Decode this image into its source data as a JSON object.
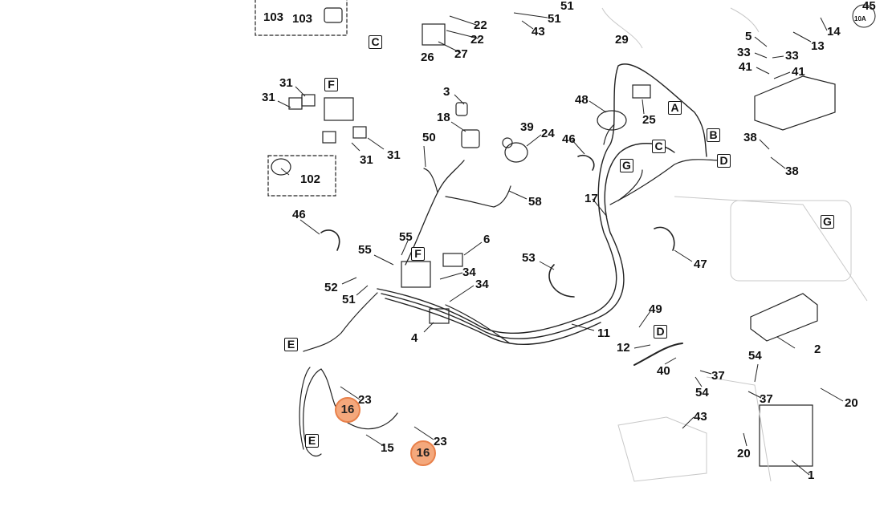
{
  "callouts": {
    "n103a": "103",
    "n103b": "103",
    "n22a": "22",
    "n22b": "22",
    "n27": "27",
    "n26": "26",
    "n51a": "51",
    "n51b": "51",
    "n43a": "43",
    "n29": "29",
    "n14": "14",
    "n45": "45",
    "n13": "13",
    "n5": "5",
    "n33a": "33",
    "n33b": "33",
    "n41a": "41",
    "n41b": "41",
    "n31a": "31",
    "n31b": "31",
    "n31c": "31",
    "n31d": "31",
    "n102": "102",
    "n3": "3",
    "n18": "18",
    "n50": "50",
    "n39": "39",
    "n24": "24",
    "n58": "58",
    "n48": "48",
    "n25": "25",
    "n46a": "46",
    "n46b": "46",
    "n17": "17",
    "n38a": "38",
    "n38b": "38",
    "n55a": "55",
    "n55b": "55",
    "n6": "6",
    "n52": "52",
    "n51c": "51",
    "n34a": "34",
    "n34b": "34",
    "n4": "4",
    "n53": "53",
    "n47": "47",
    "n11": "11",
    "n49": "49",
    "n12": "12",
    "n40": "40",
    "n37a": "37",
    "n54a": "54",
    "n54b": "54",
    "n37b": "37",
    "n43b": "43",
    "n20a": "20",
    "n20b": "20",
    "n2": "2",
    "n1": "1",
    "n23a": "23",
    "n23b": "23",
    "n15": "15"
  },
  "highlighted": {
    "h16a": "16",
    "h16b": "16"
  },
  "connectors": {
    "cC1": "C",
    "cF1": "F",
    "cA": "A",
    "cB": "B",
    "cC2": "C",
    "cD1": "D",
    "cG1": "G",
    "cG2": "G",
    "cF2": "F",
    "cE1": "E",
    "cD2": "D",
    "cE2": "E"
  },
  "fuse_label": "10A",
  "colors": {
    "highlight_fill": "#f4a87c",
    "highlight_border": "#e8804a",
    "line": "#222222",
    "ghost": "#c8c8c8"
  }
}
